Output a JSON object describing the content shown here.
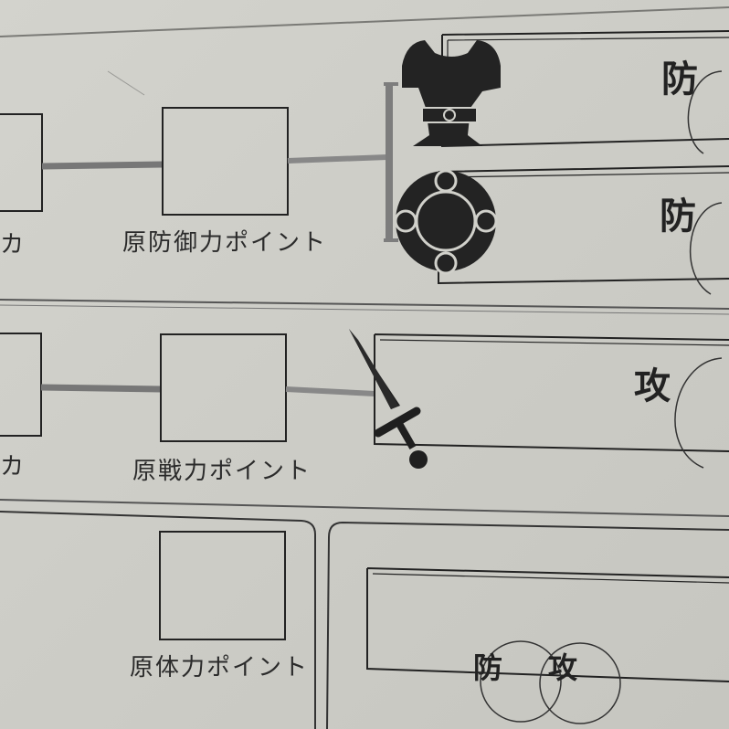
{
  "rows": {
    "defense": {
      "left_label_fragment": "カ",
      "point_label": "原防御力ポイント",
      "armor_label": "防",
      "shield_label": "防",
      "armor_icon": "armor-icon",
      "shield_icon": "shield-icon"
    },
    "attack": {
      "left_label_fragment": "カ",
      "point_label": "原戦力ポイント",
      "sword_label": "攻",
      "sword_icon": "sword-icon"
    },
    "stamina": {
      "point_label": "原体力ポイント",
      "defense_label": "防",
      "attack_label": "攻"
    }
  }
}
